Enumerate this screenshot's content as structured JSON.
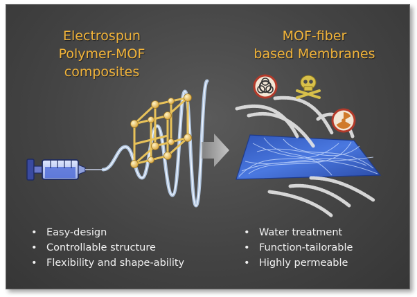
{
  "left": {
    "title_lines": [
      "Electrospun",
      "Polymer-MOF",
      "composites"
    ],
    "bullets": [
      "Easy-design",
      "Controllable structure",
      "Flexibility and shape-ability"
    ]
  },
  "right": {
    "title_lines": [
      "MOF-fiber",
      "based Membranes"
    ],
    "bullets": [
      "Water treatment",
      "Function-tailorable",
      "Highly permeable"
    ]
  },
  "icons": [
    "syringe-icon",
    "mof-cube-icon",
    "arrow-icon",
    "membrane-icon",
    "biohazard-icon",
    "skull-icon",
    "radiation-icon"
  ],
  "colors": {
    "title": "#f2b43a",
    "text": "#f1f1f1",
    "background": "#474747",
    "cube": "#e8c25a",
    "membrane": "#3a66c8"
  }
}
